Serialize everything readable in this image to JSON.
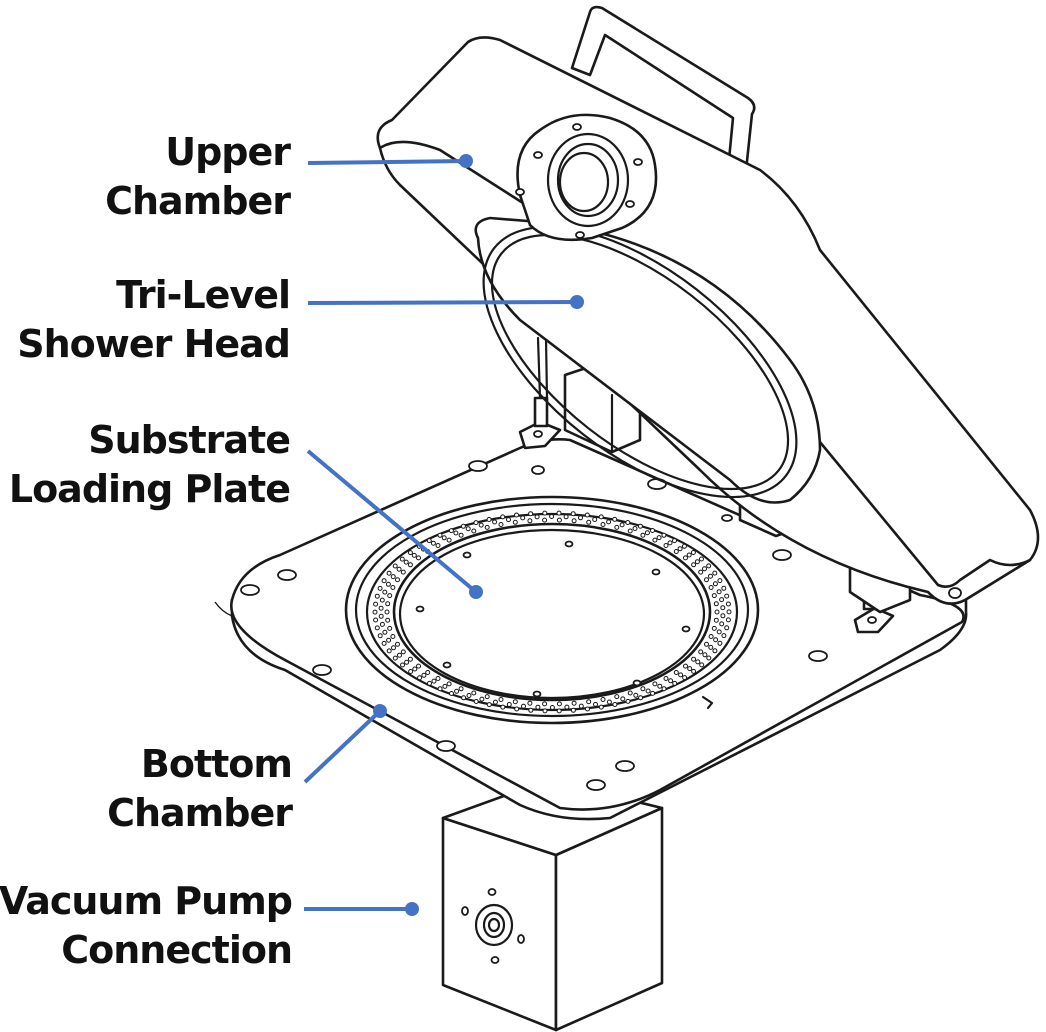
{
  "labels": {
    "upper_chamber": [
      "Upper",
      "Chamber"
    ],
    "shower_head": [
      "Tri-Level",
      "Shower Head"
    ],
    "substrate_plate": [
      "Substrate",
      "Loading Plate"
    ],
    "bottom_chamber": [
      "Bottom",
      "Chamber"
    ],
    "vacuum_pump": [
      "Vacuum Pump",
      "Connection"
    ]
  },
  "colors": {
    "leader": "#4472c4",
    "text": "#111111",
    "outline": "#1a1a1a"
  }
}
